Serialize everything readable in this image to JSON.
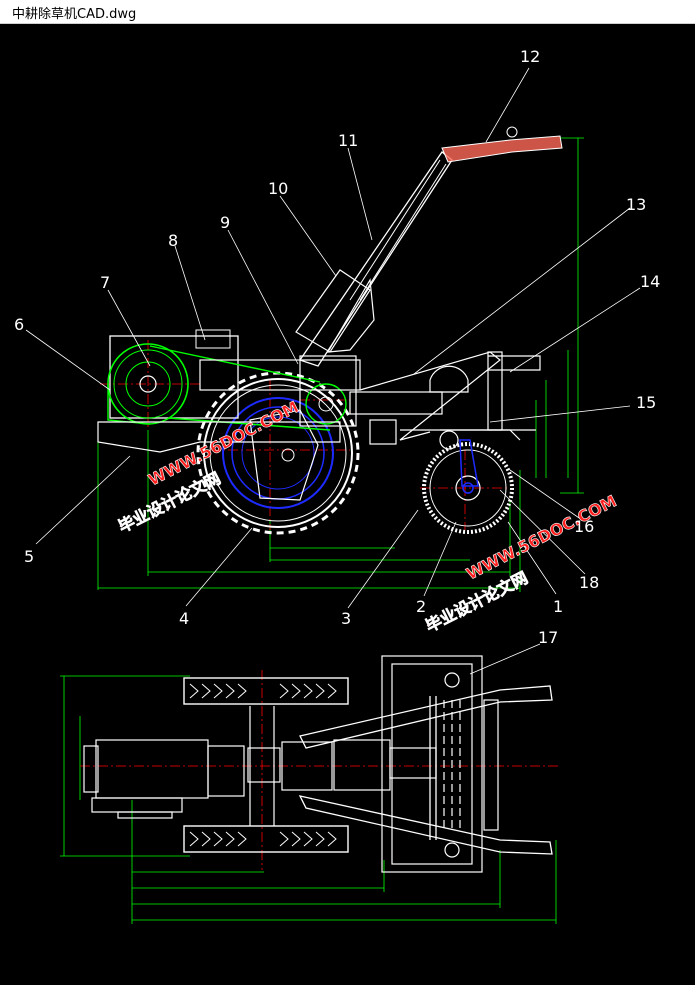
{
  "window": {
    "title": "中耕除草机CAD.dwg"
  },
  "callouts": [
    "1",
    "2",
    "3",
    "4",
    "5",
    "6",
    "7",
    "8",
    "9",
    "10",
    "11",
    "12",
    "13",
    "14",
    "15",
    "16",
    "17",
    "18"
  ],
  "watermark": {
    "url": "WWW.56DOC.COM",
    "text": "毕业设计论文网"
  },
  "colors": {
    "background": "#000000",
    "line": "#ffffff",
    "dimension": "#00ff00",
    "center": "#ff0000",
    "belt": "#00ff00",
    "blue": "#1e2bff",
    "handle": "#ff6a5a",
    "watermark": "#ff2020"
  }
}
